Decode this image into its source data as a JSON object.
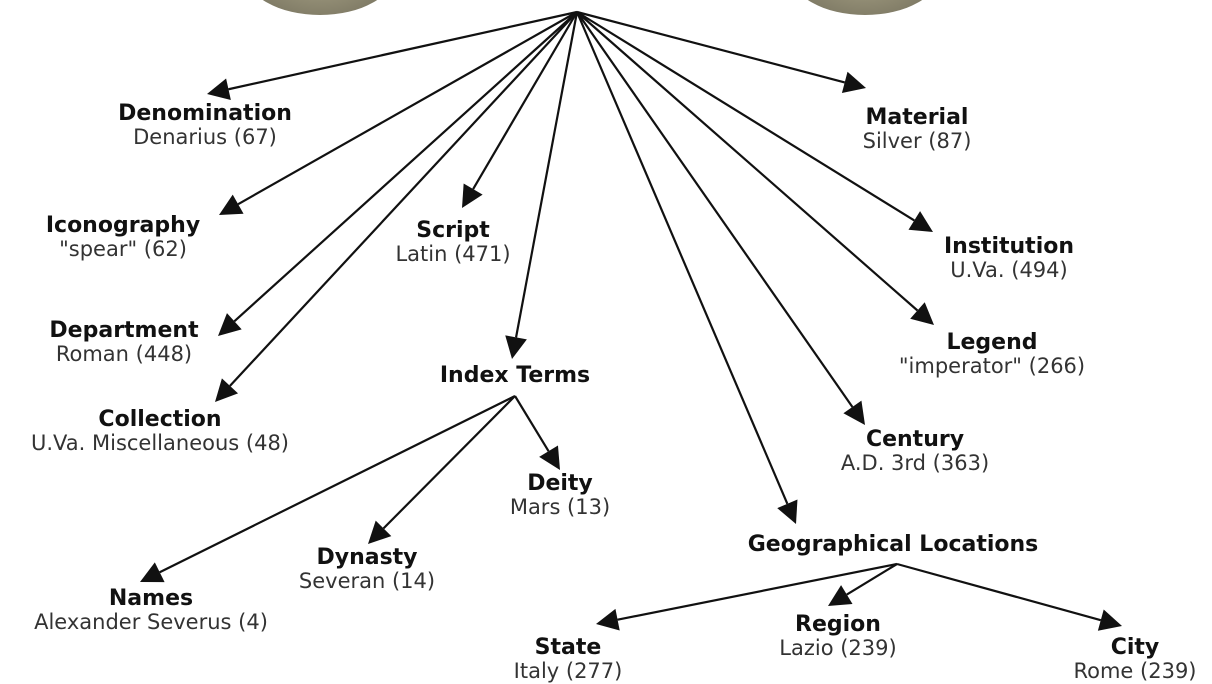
{
  "nodes": {
    "denomination": {
      "label": "Denomination",
      "value": "Denarius (67)"
    },
    "material": {
      "label": "Material",
      "value": "Silver (87)"
    },
    "iconography": {
      "label": "Iconography",
      "value": "\"spear\" (62)"
    },
    "script": {
      "label": "Script",
      "value": "Latin (471)"
    },
    "institution": {
      "label": "Institution",
      "value": "U.Va. (494)"
    },
    "department": {
      "label": "Department",
      "value": "Roman (448)"
    },
    "legend": {
      "label": "Legend",
      "value": "\"imperator\" (266)"
    },
    "index_terms": {
      "label": "Index Terms",
      "value": ""
    },
    "collection": {
      "label": "Collection",
      "value": "U.Va. Miscellaneous (48)"
    },
    "century": {
      "label": "Century",
      "value": "A.D. 3rd (363)"
    },
    "deity": {
      "label": "Deity",
      "value": "Mars (13)"
    },
    "geographical_locations": {
      "label": "Geographical Locations",
      "value": ""
    },
    "dynasty": {
      "label": "Dynasty",
      "value": "Severan (14)"
    },
    "names": {
      "label": "Names",
      "value": "Alexander Severus (4)"
    },
    "region": {
      "label": "Region",
      "value": "Lazio (239)"
    },
    "state": {
      "label": "State",
      "value": "Italy (277)"
    },
    "city": {
      "label": "City",
      "value": "Rome (239)"
    }
  }
}
